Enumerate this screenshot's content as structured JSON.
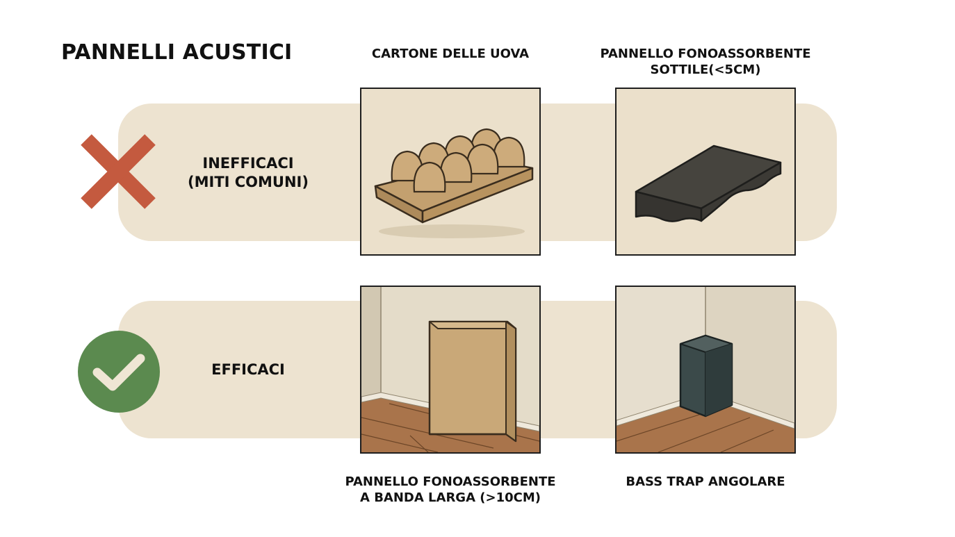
{
  "title": "PANNELLI ACUSTICI",
  "rows": {
    "ineffective": {
      "label_line1": "INEFFICACI",
      "label_line2": "(MITI COMUNI)",
      "icon": "cross-icon",
      "color": "#c45a3f"
    },
    "effective": {
      "label": "EFFICACI",
      "icon": "checkmark-icon",
      "color": "#5b8a4f"
    }
  },
  "items": {
    "egg_carton": {
      "label": "CARTONE DELLE UOVA"
    },
    "thin_panel": {
      "label_line1": "PANNELLO FONOASSORBENTE",
      "label_line2": "SOTTILE(<5CM)"
    },
    "broadband_panel": {
      "label_line1": "PANNELLO FONOASSORBENTE",
      "label_line2": "A BANDA LARGA (>10CM)"
    },
    "bass_trap": {
      "label": "BASS TRAP ANGOLARE"
    }
  },
  "colors": {
    "band": "#ede3d0",
    "tile_bg": "#ebe0cb",
    "cardboard": "#c9a878",
    "foam_dark": "#3f3d38",
    "bass_trap": "#3b4a4a",
    "wood_floor": "#a9744b"
  }
}
